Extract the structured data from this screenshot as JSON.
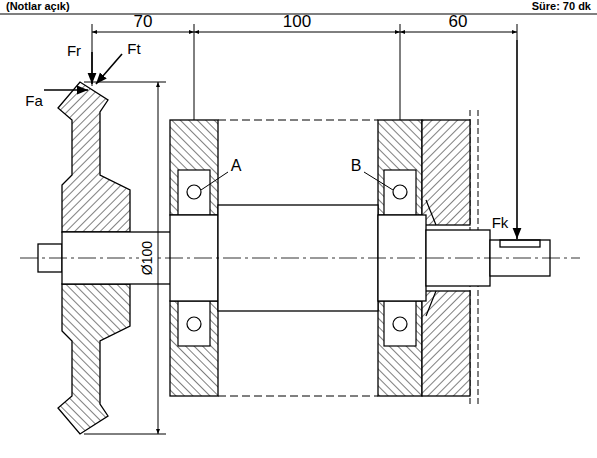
{
  "diagram": {
    "labels": [
      "(Notlar açık)",
      "Süre: 70 dk",
      "70",
      "100",
      "60",
      "Fr",
      "Ft",
      "Fa",
      "A",
      "B",
      "Fk",
      "Ø100"
    ]
  }
}
